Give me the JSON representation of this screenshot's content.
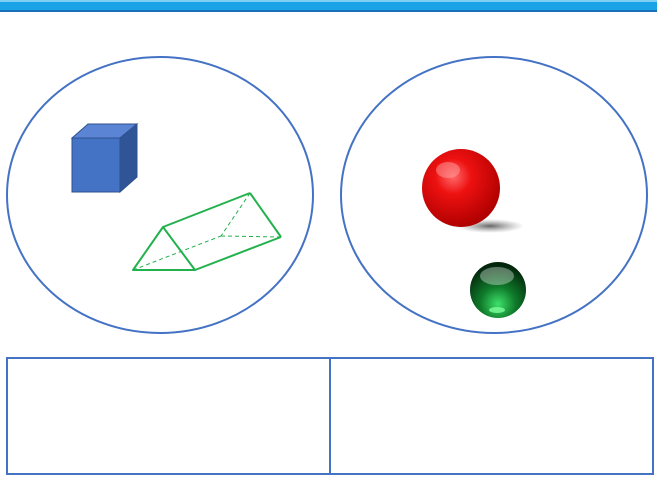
{
  "header": {
    "bar_color": "#1aa3e6",
    "border_color": "#1b6fb8"
  },
  "groups": [
    {
      "shapes": [
        {
          "kind": "cube",
          "color": "#4472c4"
        },
        {
          "kind": "triangular-prism",
          "color": "#22b14c"
        }
      ]
    },
    {
      "shapes": [
        {
          "kind": "sphere",
          "color": "#e00000"
        },
        {
          "kind": "sphere",
          "color": "#0f7a2a"
        }
      ]
    }
  ],
  "answer_table": {
    "cells": [
      "",
      ""
    ]
  },
  "colors": {
    "outline": "#4472c4",
    "prism": "#22b14c"
  }
}
